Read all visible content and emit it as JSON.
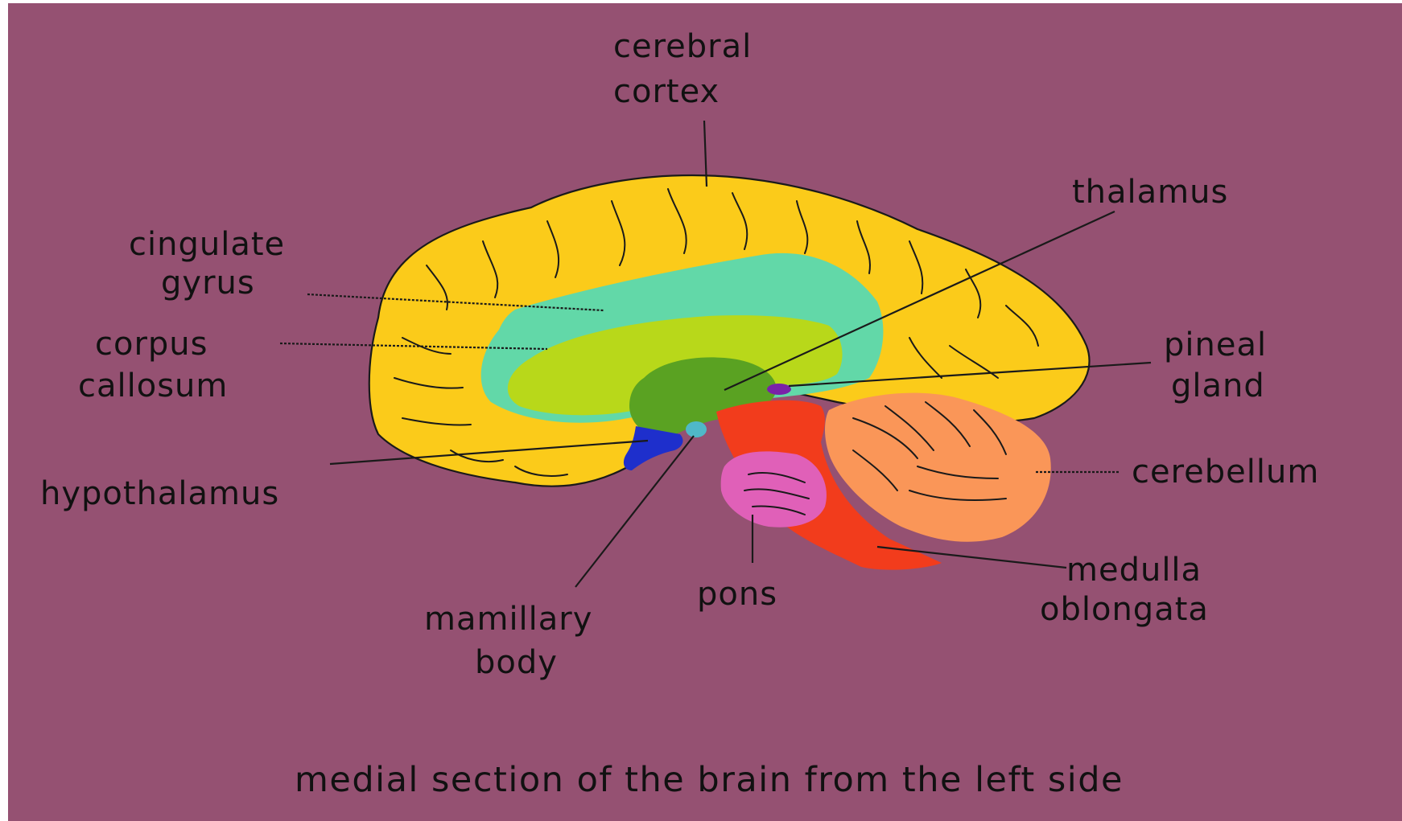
{
  "colors": {
    "background": "#955172",
    "cerebral_cortex": "#fbcb1a",
    "cingulate_gyrus": "#62d8a8",
    "corpus_callosum": "#b8d81a",
    "thalamus": "#5aa222",
    "hypothalamus": "#1e2fcc",
    "mamillary_body": "#4fb8c8",
    "pineal_gland": "#7a22a8",
    "brainstem": "#f23c1c",
    "pons": "#e060b8",
    "cerebellum": "#fa9658",
    "text": "#111111"
  },
  "labels": {
    "cerebral_cortex": [
      "cerebral",
      "cortex"
    ],
    "thalamus": "thalamus",
    "cingulate_gyrus": [
      "cingulate",
      "gyrus"
    ],
    "corpus_callosum": [
      "corpus",
      "callosum"
    ],
    "pineal_gland": [
      "pineal",
      "gland"
    ],
    "cerebellum": "cerebellum",
    "hypothalamus": "hypothalamus",
    "medulla_oblongata": [
      "medulla",
      "oblongata"
    ],
    "pons": "pons",
    "mamillary_body": [
      "mamillary",
      "body"
    ]
  },
  "caption": "medial section of the brain from the left side"
}
